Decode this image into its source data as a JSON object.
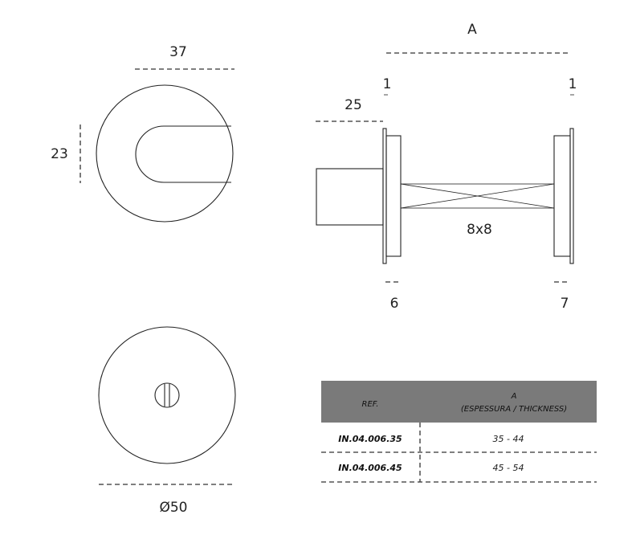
{
  "dimensions": {
    "rose_width": "37",
    "slot_height": "23",
    "overall_thickness": "A",
    "left_plate_tick": "1",
    "right_plate_tick": "1",
    "knob_length": "25",
    "spindle": "8x8",
    "left_rose_depth": "6",
    "right_rose_depth": "7",
    "diameter": "Ø50"
  },
  "table": {
    "headers": {
      "ref": "REF.",
      "a_title": "A",
      "a_subtitle": "(ESPESSURA / THICKNESS)"
    },
    "rows": [
      {
        "ref": "IN.04.006.35",
        "range": "35 - 44"
      },
      {
        "ref": "IN.04.006.45",
        "range": "45 - 54"
      }
    ],
    "header_color": "#7a7a7a"
  }
}
